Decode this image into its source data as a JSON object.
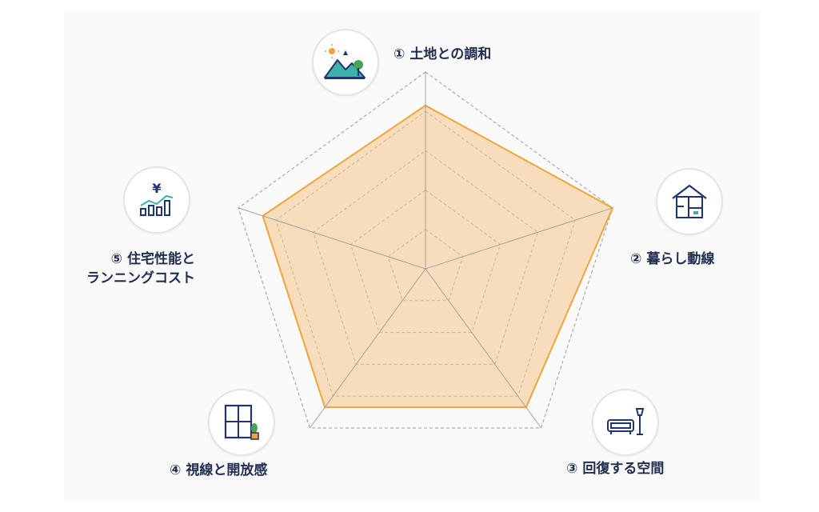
{
  "chart_data": {
    "type": "radar",
    "axes": [
      {
        "number": "①",
        "label": "土地との調和"
      },
      {
        "number": "②",
        "label": "暮らし動線"
      },
      {
        "number": "③",
        "label": "回復する空間"
      },
      {
        "number": "④",
        "label": "視線と開放感"
      },
      {
        "number": "⑤",
        "label": "住宅性能と",
        "label_line2": "ランニングコスト"
      }
    ],
    "series": [
      {
        "values": [
          0.83,
          1.0,
          0.87,
          0.87,
          0.87
        ]
      }
    ],
    "levels": 5,
    "range": [
      0,
      1
    ],
    "icons": [
      "mountain-landscape-icon",
      "house-floorplan-icon",
      "sofa-lamp-icon",
      "window-plant-icon",
      "yen-bar-chart-icon"
    ]
  },
  "colors": {
    "fill": "#f5c48a",
    "stroke": "#f0a43c",
    "grid": "#9a9a9a",
    "text": "#1f2d4f",
    "icon_navy": "#1f3470",
    "icon_teal": "#3bb3a9",
    "icon_green": "#48a45a",
    "icon_orange": "#f2a23a"
  }
}
